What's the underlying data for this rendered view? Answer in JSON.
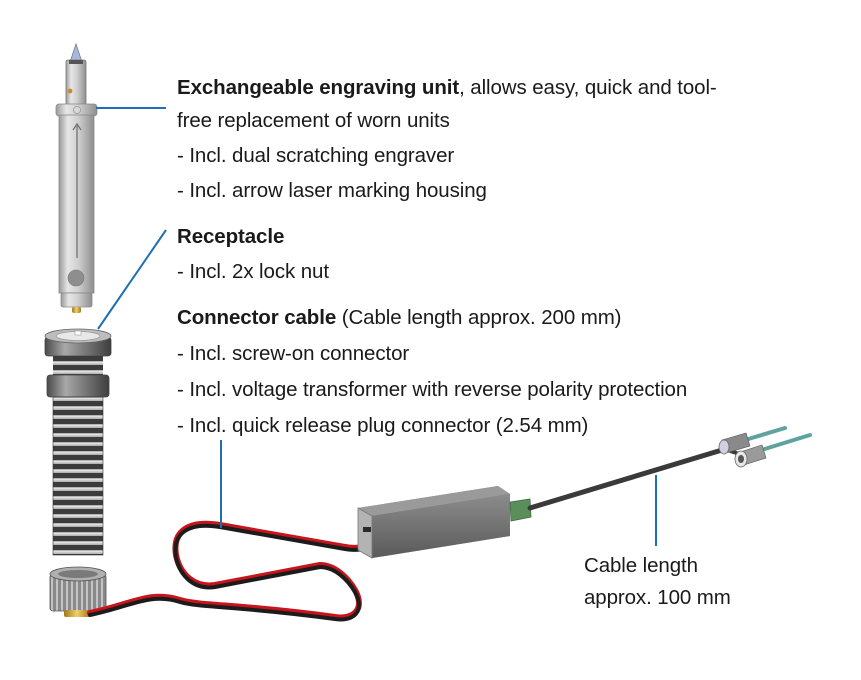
{
  "callouts": {
    "engraving_unit": {
      "title": "Exchangeable engraving unit",
      "line1_rest": ", allows easy, quick and tool-",
      "line2": "free replacement of worn units",
      "items": [
        "- Incl. dual scratching engraver",
        "- Incl. arrow laser marking housing"
      ]
    },
    "receptacle": {
      "title": "Receptacle",
      "items": [
        "- Incl. 2x lock nut"
      ]
    },
    "connector_cable": {
      "title": "Connector cable",
      "title_note": " (Cable length approx. 200 mm)",
      "items": [
        "- Incl. screw-on connector",
        "- Incl. voltage transformer with reverse polarity protection",
        "- Incl. quick release plug connector (2.54 mm)"
      ]
    },
    "cable_length": {
      "line1": "Cable length",
      "line2": "approx. 100 mm"
    }
  },
  "colors": {
    "leader_line": "#1f6fb5",
    "cable_black": "#1c1c1c",
    "cable_red": "#c8141c",
    "terminal_green": "#5a8f5c",
    "ferrule_wire": "#5fa3a0"
  }
}
